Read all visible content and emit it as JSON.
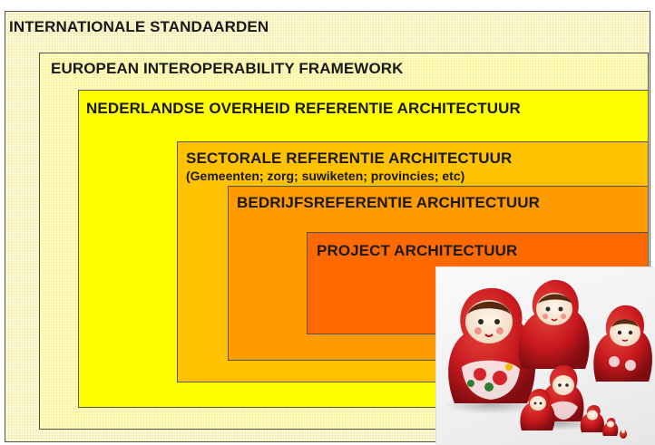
{
  "diagram": {
    "levels": [
      {
        "label": "INTERNATIONALE STANDAARDEN",
        "color": "#fffbd6"
      },
      {
        "label": "EUROPEAN INTEROPERABILITY FRAMEWORK",
        "color": "#fffdc4"
      },
      {
        "label": "NEDERLANDSE OVERHEID REFERENTIE ARCHITECTUUR",
        "color": "#ffff00"
      },
      {
        "label": "SECTORALE REFERENTIE ARCHITECTUUR",
        "sublabel": "(Gemeenten; zorg; suwiketen; provincies; etc)",
        "color": "#ffc200"
      },
      {
        "label": "BEDRIJFSREFERENTIE ARCHITECTUUR",
        "color": "#ff9a00"
      },
      {
        "label": "PROJECT ARCHITECTUUR",
        "color": "#ff6a00"
      }
    ]
  },
  "photo": {
    "subject": "matryoshka-dolls-icon",
    "doll_color": "#c8191e"
  }
}
